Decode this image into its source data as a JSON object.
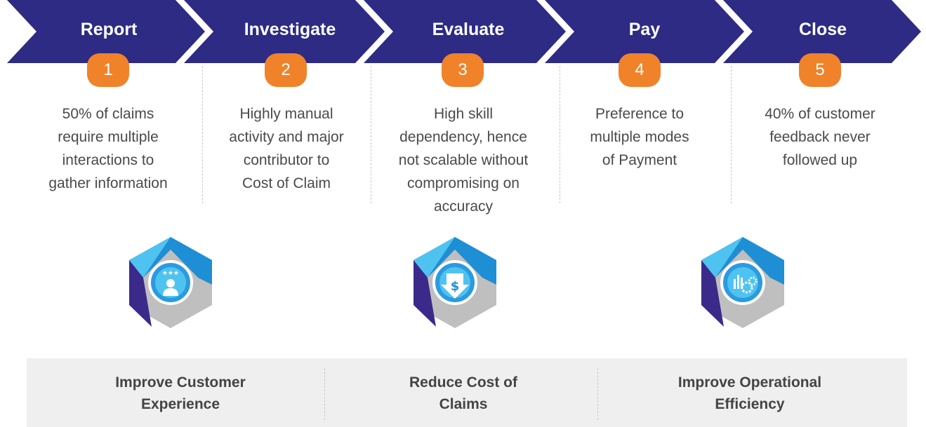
{
  "steps": [
    {
      "label": "Report",
      "number": "1",
      "description_lines": [
        "50% of claims",
        "require multiple",
        "interactions to",
        "gather information"
      ]
    },
    {
      "label": "Investigate",
      "number": "2",
      "description_lines": [
        "Highly manual",
        "activity and major",
        "contributor to",
        "Cost of Claim"
      ]
    },
    {
      "label": "Evaluate",
      "number": "3",
      "description_lines": [
        "High skill",
        "dependency, hence",
        "not scalable without",
        "compromising on",
        "accuracy"
      ]
    },
    {
      "label": "Pay",
      "number": "4",
      "description_lines": [
        "Preference to",
        "multiple modes",
        "of Payment"
      ]
    },
    {
      "label": "Close",
      "number": "5",
      "description_lines": [
        "40% of customer",
        "feedback never",
        "followed up"
      ]
    }
  ],
  "outcomes": [
    {
      "lines": [
        "Improve Customer",
        "Experience"
      ],
      "icon": "customer-rating-icon"
    },
    {
      "lines": [
        "Reduce Cost of",
        "Claims"
      ],
      "icon": "dollar-down-icon"
    },
    {
      "lines": [
        "Improve Operational",
        "Efficiency"
      ],
      "icon": "chart-gears-icon"
    }
  ],
  "colors": {
    "chevron": "#2d2b84",
    "badge": "#f0822a",
    "hex_light_blue": "#4fc3f0",
    "hex_mid_blue": "#1e8fd4",
    "hex_dark": "#3b2a8a",
    "hex_gray": "#bfbfbf",
    "band": "#efefef"
  }
}
